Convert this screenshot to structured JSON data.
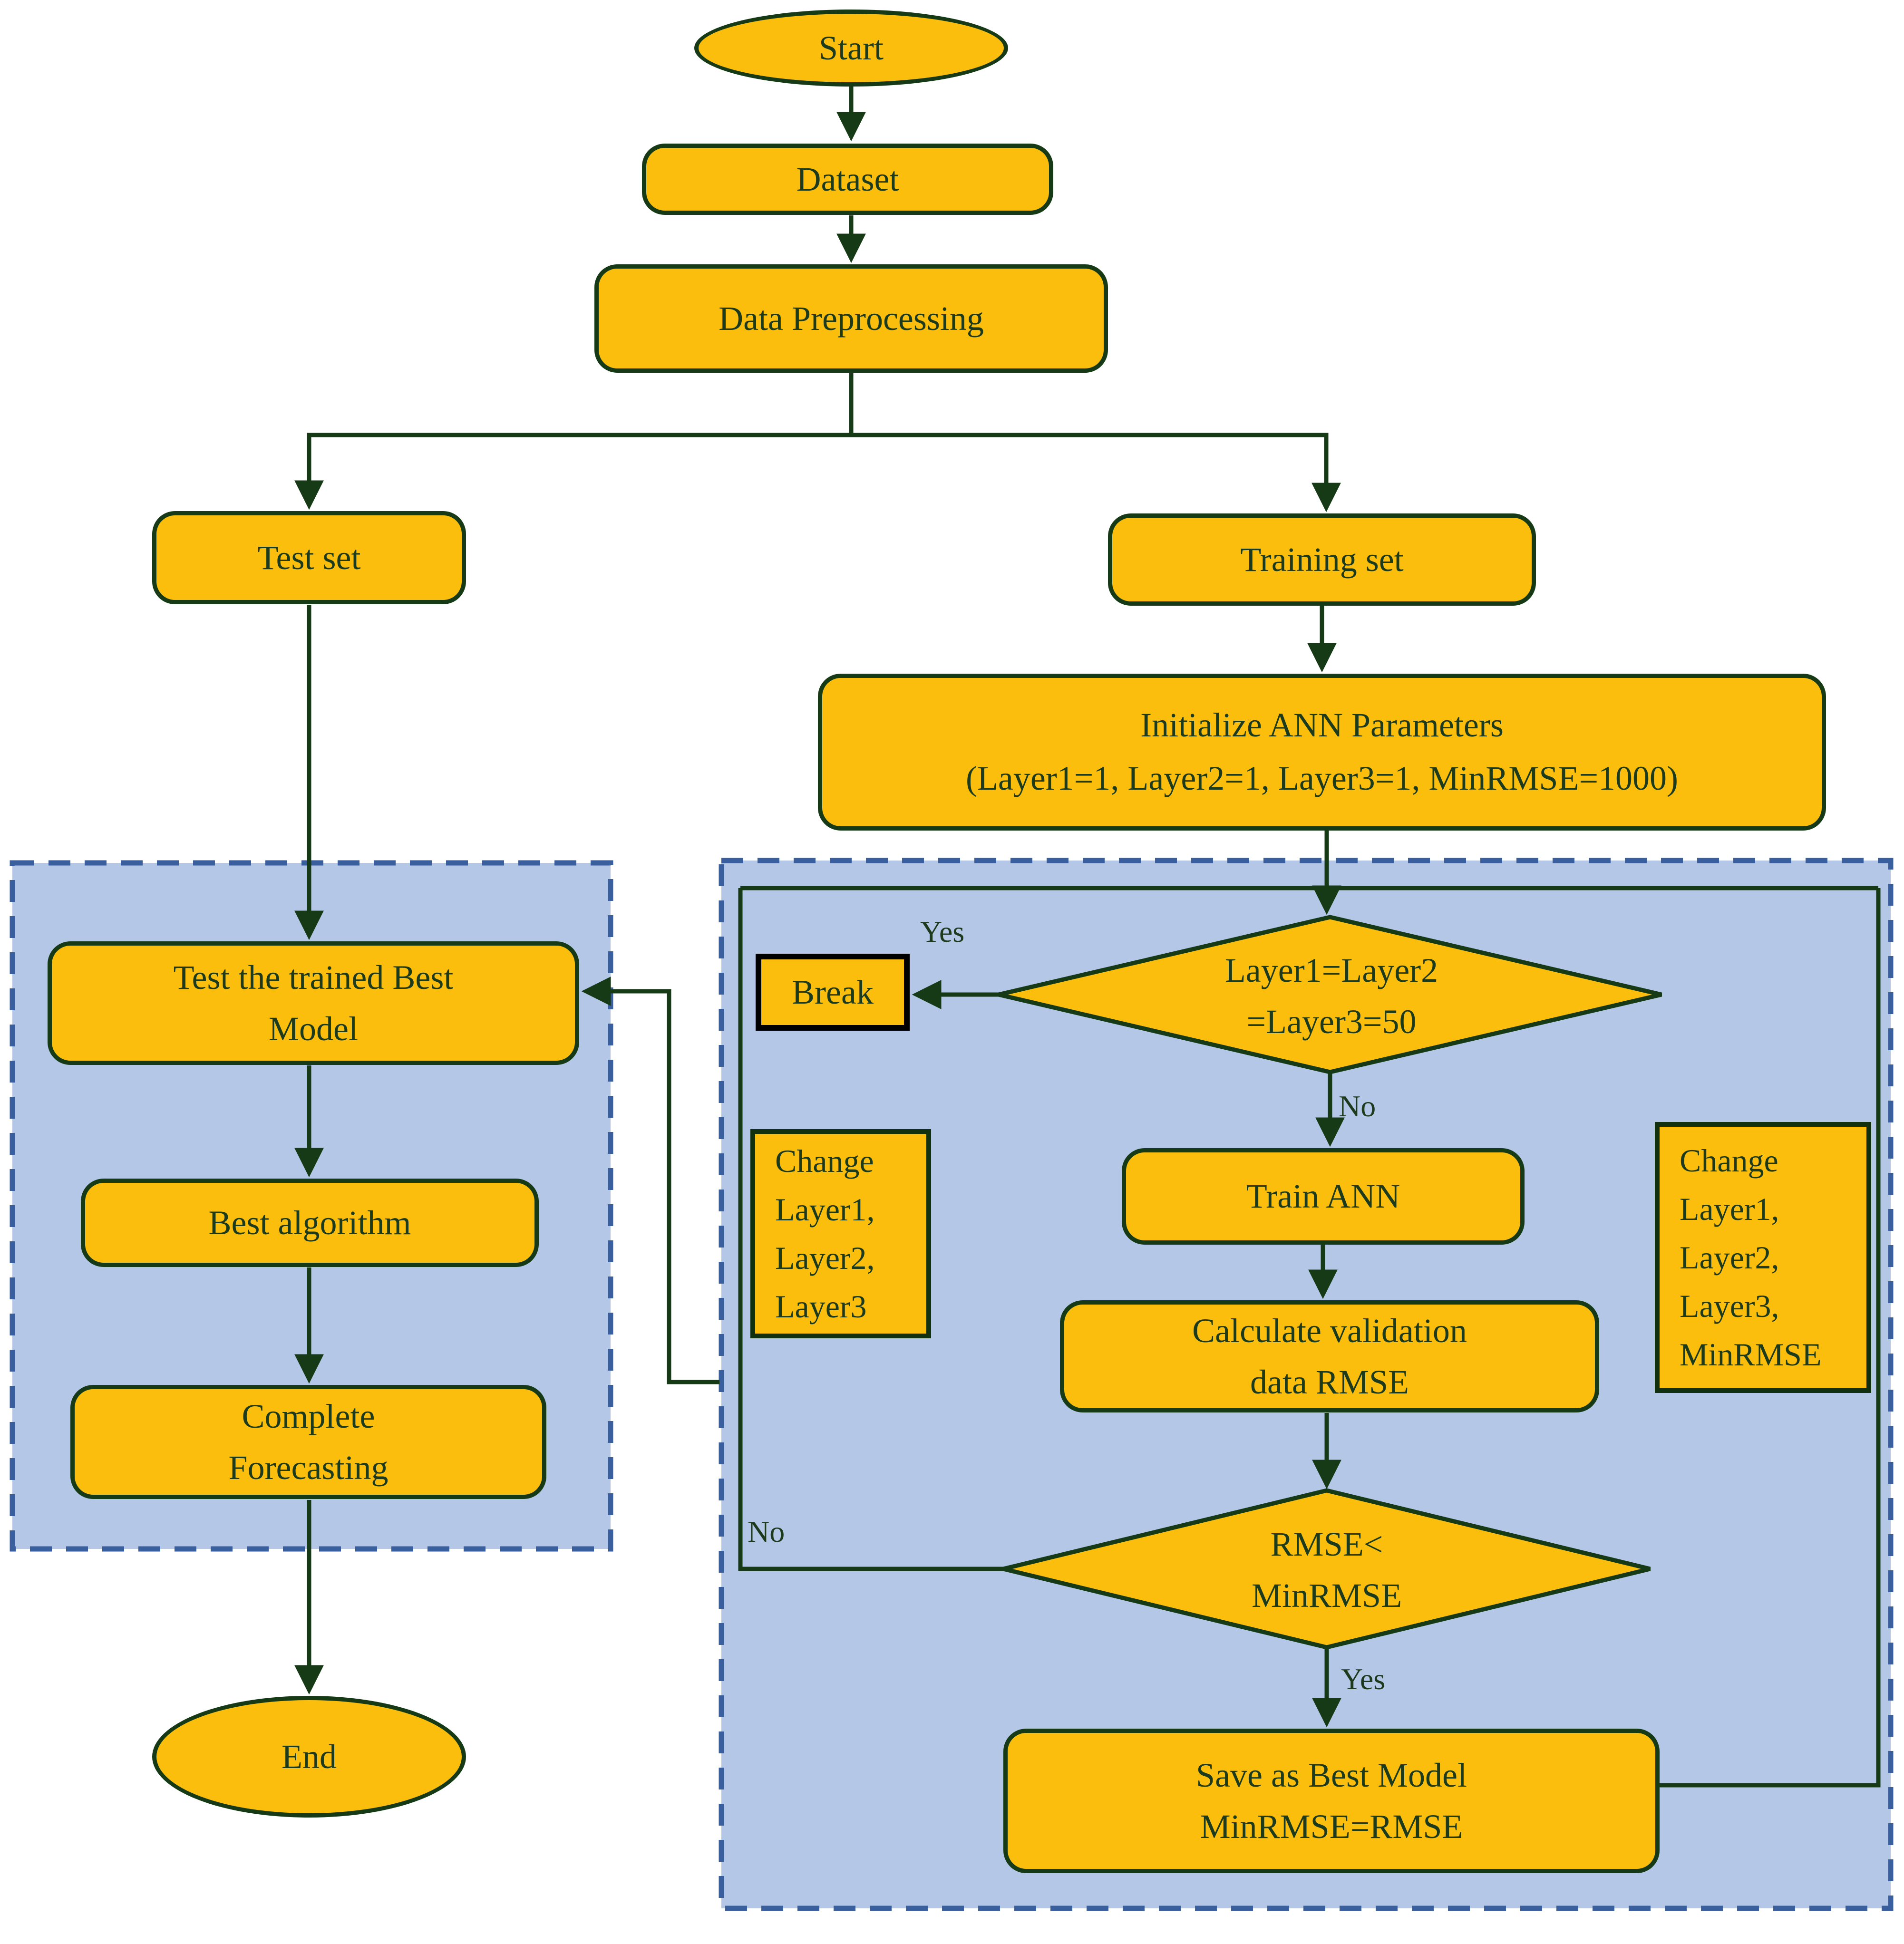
{
  "diagram_title": "ANN training and forecasting flowchart",
  "colors": {
    "node_fill": "#FCBE0D",
    "line_and_border": "#163A16",
    "text": "#1C3A1C",
    "panel_fill": "#B4C7E7",
    "panel_border": "#3A5F9E",
    "break_border": "#000000"
  },
  "nodes": {
    "start": {
      "label": "Start"
    },
    "dataset": {
      "label": "Dataset"
    },
    "preprocessing": {
      "label": "Data Preprocessing"
    },
    "test_set": {
      "label": "Test set"
    },
    "training_set": {
      "label": "Training set"
    },
    "init": {
      "line1": "Initialize ANN Parameters",
      "line2": "(Layer1=1, Layer2=1, Layer3=1, MinRMSE=1000)"
    },
    "decision_layers": {
      "line1": "Layer1=Layer2",
      "line2": "=Layer3=50"
    },
    "break": {
      "label": "Break"
    },
    "change_left": {
      "lines": [
        "Change",
        "Layer1,",
        "Layer2,",
        "Layer3"
      ]
    },
    "change_right": {
      "lines": [
        "Change",
        "Layer1,",
        "Layer2,",
        "Layer3,",
        "MinRMSE"
      ]
    },
    "train_ann": {
      "label": "Train ANN"
    },
    "calc_rmse": {
      "line1": "Calculate validation",
      "line2": "data RMSE"
    },
    "decision_rmse": {
      "line1": "RMSE<",
      "line2": "MinRMSE"
    },
    "save_model": {
      "line1": "Save as Best Model",
      "line2": "MinRMSE=RMSE"
    },
    "test_model": {
      "line1": "Test the trained Best",
      "line2": "Model"
    },
    "best_algorithm": {
      "label": "Best algorithm"
    },
    "complete_forecasting": {
      "line1": "Complete",
      "line2": "Forecasting"
    },
    "end": {
      "label": "End"
    }
  },
  "edge_labels": {
    "yes_break": "Yes",
    "no_layers": "No",
    "no_rmse": "No",
    "yes_rmse": "Yes"
  }
}
